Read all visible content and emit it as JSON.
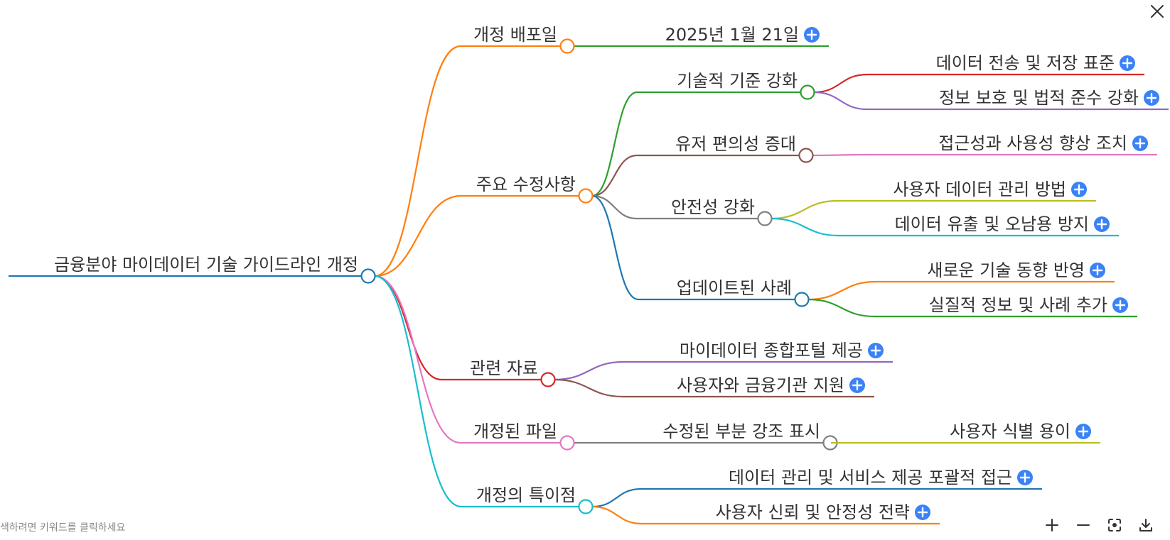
{
  "mindmap": {
    "root": "금융분야 마이데이터 기술 가이드라인 개정",
    "branches": [
      {
        "label": "개정 배포일",
        "children": [
          {
            "label": "2025년 1월 21일"
          }
        ]
      },
      {
        "label": "주요 수정사항",
        "children": [
          {
            "label": "기술적 기준 강화",
            "children": [
              {
                "label": "데이터 전송 및 저장 표준"
              },
              {
                "label": "정보 보호 및 법적 준수 강화"
              }
            ]
          },
          {
            "label": "유저 편의성 증대",
            "children": [
              {
                "label": "접근성과 사용성 향상 조치"
              }
            ]
          },
          {
            "label": "안전성 강화",
            "children": [
              {
                "label": "사용자 데이터 관리 방법"
              },
              {
                "label": "데이터 유출 및 오남용 방지"
              }
            ]
          },
          {
            "label": "업데이트된 사례",
            "children": [
              {
                "label": "새로운 기술 동향 반영"
              },
              {
                "label": "실질적 정보 및 사례 추가"
              }
            ]
          }
        ]
      },
      {
        "label": "관련 자료",
        "children": [
          {
            "label": "마이데이터 종합포털 제공"
          },
          {
            "label": "사용자와 금융기관 지원"
          }
        ]
      },
      {
        "label": "개정된 파일",
        "children": [
          {
            "label": "수정된 부분 강조 표시",
            "children": [
              {
                "label": "사용자 식별 용이"
              }
            ]
          }
        ]
      },
      {
        "label": "개정의 특이점",
        "children": [
          {
            "label": "데이터 관리 및 서비스 제공 포괄적 접근"
          },
          {
            "label": "사용자 신뢰 및 안정성 전략"
          }
        ]
      }
    ]
  },
  "footer": {
    "hint": "색하려면 키워드를 클릭하세요"
  },
  "icons": {
    "close": "close-icon",
    "zoom_in": "zoom-in-icon",
    "zoom_out": "zoom-out-icon",
    "fit": "fit-screen-icon",
    "download": "download-icon",
    "expand": "expand-plus-icon"
  },
  "colors": {
    "root": "#1f77b4",
    "orange": "#ff7f0e",
    "green": "#2ca02c",
    "red": "#d62728",
    "purple": "#9467bd",
    "brown": "#8c564b",
    "pink": "#e377c2",
    "gray": "#7f7f7f",
    "olive": "#bcbd22",
    "cyan": "#17becf",
    "expand_button": "#3b82f6",
    "text": "#333333"
  }
}
